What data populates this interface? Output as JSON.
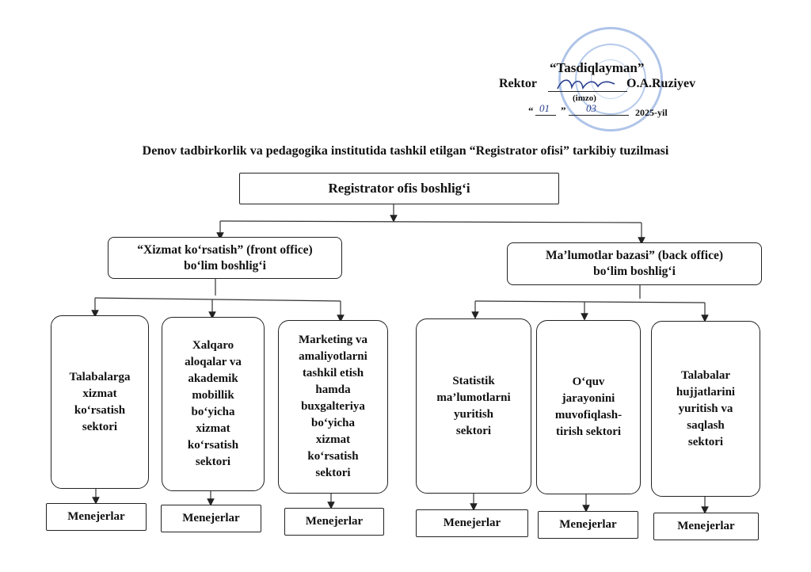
{
  "approval": {
    "heading": "“Tasdiqlayman”",
    "role": "Rektor",
    "name": "O.A.Ruziyev",
    "sign_label": "(imzo)",
    "date_open": "“",
    "date_day": "01",
    "date_mid": "”",
    "date_month": "03",
    "date_year": "2025-yil"
  },
  "page_title": "Denov tadbirkorlik va pedagogika institutida tashkil etilgan “Registrator ofisi” tarkibiy tuzilmasi",
  "head": {
    "label": "Registrator ofis boshlig‘i"
  },
  "departments": [
    {
      "label": "“Xizmat ko‘rsatish” (front office)\nbo‘lim boshlig‘i",
      "sectors": [
        {
          "label": "Talabalarga\nxizmat\nko‘rsatish\nsektori",
          "manager": "Menejerlar"
        },
        {
          "label": "Xalqaro\naloqalar va\nakademik\nmobillik\nbo‘yicha\nxizmat\nko‘rsatish\nsektori",
          "manager": "Menejerlar"
        },
        {
          "label": "Marketing va\namaliyotlarni\ntashkil etish\nhamda\nbuxgalteriya\nbo‘yicha\nxizmat\nko‘rsatish\nsektori",
          "manager": "Menejerlar"
        }
      ]
    },
    {
      "label": "Ma’lumotlar bazasi” (back office)\nbo‘lim boshlig‘i",
      "sectors": [
        {
          "label": "Statistik\nma’lumotlarni\nyuritish\nsektori",
          "manager": "Menejerlar"
        },
        {
          "label": "O‘quv\njarayonini\nmuvofiqlash-\ntirish sektori",
          "manager": "Menejerlar"
        },
        {
          "label": "Talabalar\nhujjatlarini\nyuritish va\nsaqlash\nsektori",
          "manager": "Menejerlar"
        }
      ]
    }
  ]
}
